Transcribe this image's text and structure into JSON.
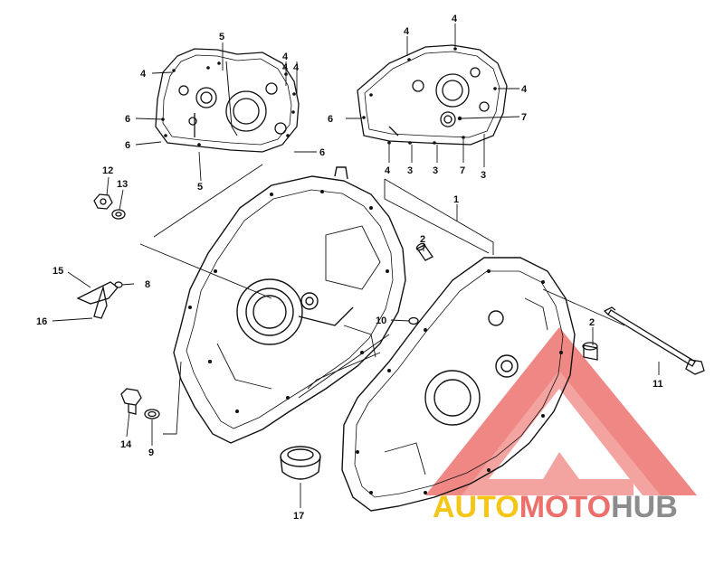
{
  "diagram": {
    "callouts": [
      {
        "id": "c-1",
        "label": "1"
      },
      {
        "id": "c-2a",
        "label": "2"
      },
      {
        "id": "c-2b",
        "label": "2"
      },
      {
        "id": "c-3a",
        "label": "3"
      },
      {
        "id": "c-3b",
        "label": "3"
      },
      {
        "id": "c-3c",
        "label": "3"
      },
      {
        "id": "c-4a",
        "label": "4"
      },
      {
        "id": "c-4b",
        "label": "4"
      },
      {
        "id": "c-4c",
        "label": "4"
      },
      {
        "id": "c-4d",
        "label": "4"
      },
      {
        "id": "c-4e",
        "label": "4"
      },
      {
        "id": "c-4f",
        "label": "4"
      },
      {
        "id": "c-4g",
        "label": "4"
      },
      {
        "id": "c-4h",
        "label": "4"
      },
      {
        "id": "c-5a",
        "label": "5"
      },
      {
        "id": "c-5b",
        "label": "5"
      },
      {
        "id": "c-6a",
        "label": "6"
      },
      {
        "id": "c-6b",
        "label": "6"
      },
      {
        "id": "c-6c",
        "label": "6"
      },
      {
        "id": "c-6d",
        "label": "6"
      },
      {
        "id": "c-7a",
        "label": "7"
      },
      {
        "id": "c-7b",
        "label": "7"
      },
      {
        "id": "c-8",
        "label": "8"
      },
      {
        "id": "c-9",
        "label": "9"
      },
      {
        "id": "c-10",
        "label": "10"
      },
      {
        "id": "c-11",
        "label": "11"
      },
      {
        "id": "c-12",
        "label": "12"
      },
      {
        "id": "c-13",
        "label": "13"
      },
      {
        "id": "c-14",
        "label": "14"
      },
      {
        "id": "c-15",
        "label": "15"
      },
      {
        "id": "c-16",
        "label": "16"
      },
      {
        "id": "c-17",
        "label": "17"
      }
    ]
  },
  "watermark": {
    "part1": "AUTO",
    "part2": "MOTO",
    "part3": "HUB",
    "color_yellow": "#f5c518",
    "color_red": "#ec6f6b",
    "color_gray": "#8c8c8c"
  }
}
